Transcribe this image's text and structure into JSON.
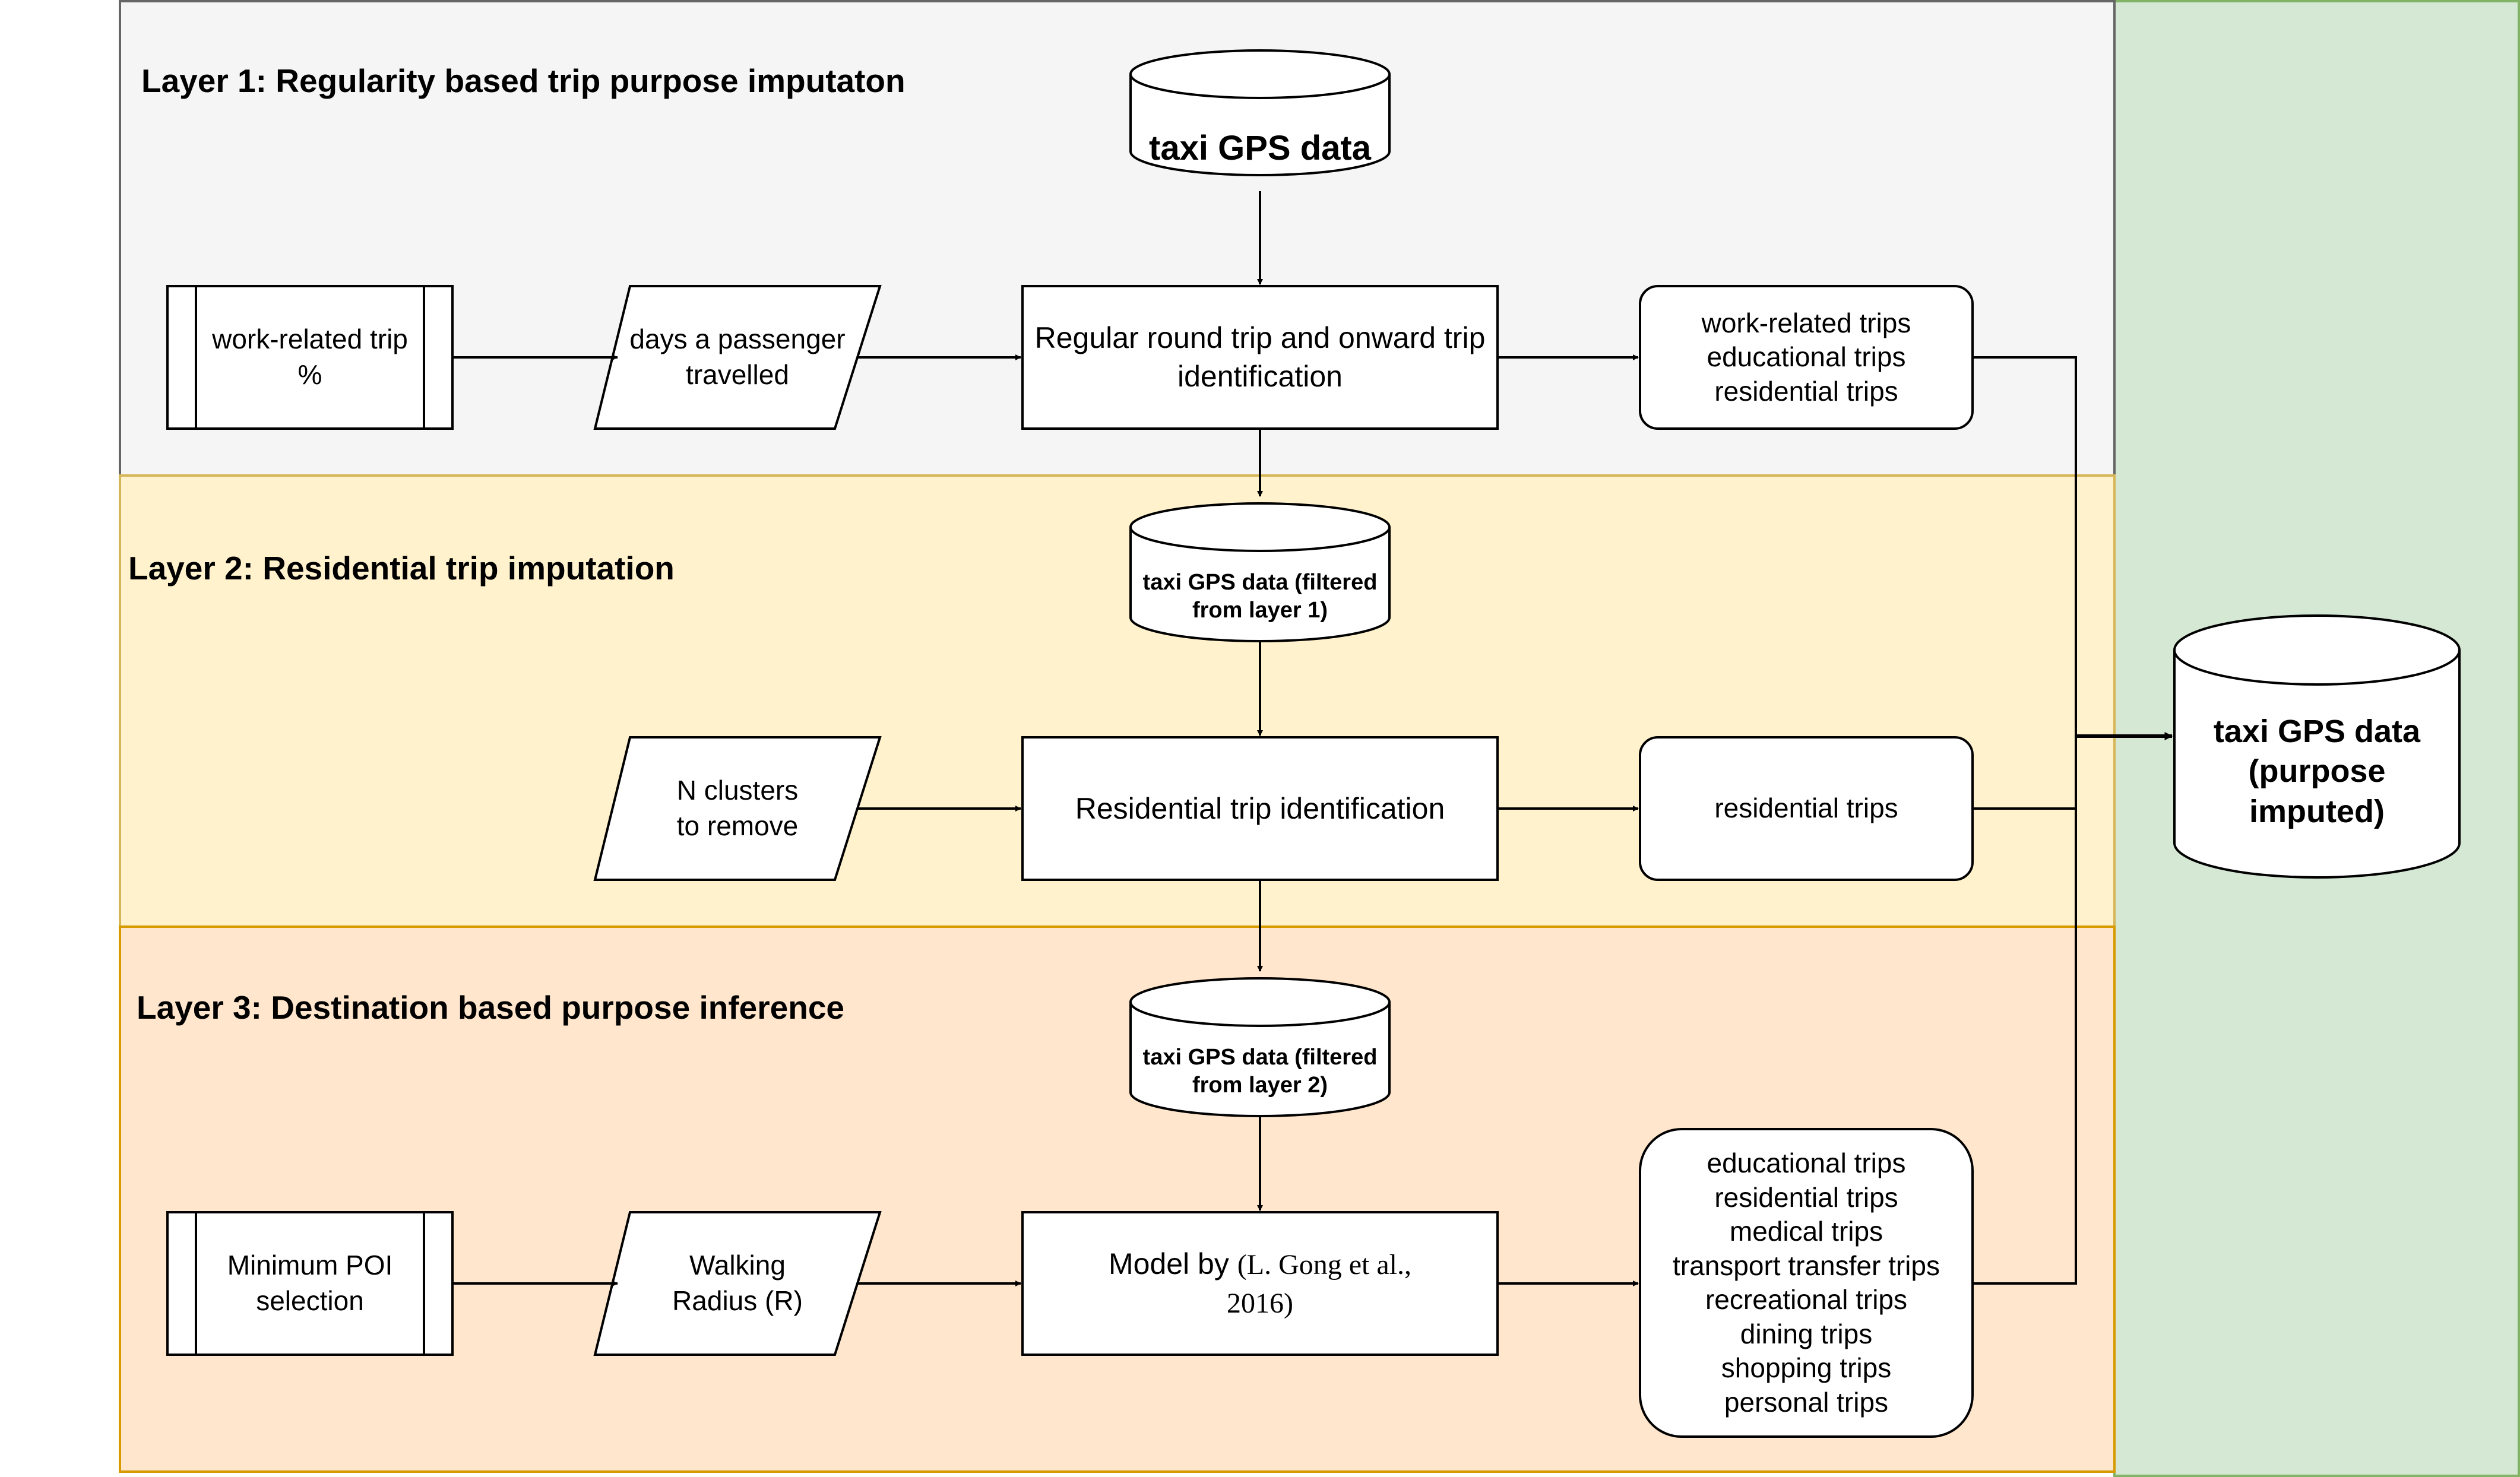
{
  "layers": [
    {
      "title": "Layer 1: Regularity based trip purpose imputaton"
    },
    {
      "title": "Layer 2: Residential trip imputation"
    },
    {
      "title": "Layer 3: Destination based purpose inference"
    }
  ],
  "colors": {
    "layer1_fill": "#f5f5f5",
    "layer1_stroke": "#666666",
    "layer2_fill": "#fff2cc",
    "layer2_stroke": "#d6b656",
    "layer3_fill": "#ffe6cc",
    "layer3_stroke": "#d79b00",
    "output_fill": "#d5e8d4",
    "output_stroke": "#82b366"
  },
  "nodes": {
    "db_taxi_gps": "taxi GPS data",
    "param_work_related_pct": "work-related trip\n%",
    "input_days_travelled": "days a passenger\ntravelled",
    "process_regular_trip": "Regular round trip and onward trip\nidentification",
    "result_layer1": "work-related trips\neducational trips\nresidential trips",
    "db_filtered_layer1": "taxi GPS data (filtered\nfrom layer 1)",
    "input_n_clusters": "N clusters\nto remove",
    "process_residential": "Residential trip identification",
    "result_layer2": "residential trips",
    "db_filtered_layer2": "taxi GPS data (filtered\nfrom layer 2)",
    "param_min_poi": "Minimum POI\nselection",
    "input_walking_radius": "Walking\nRadius (R)",
    "process_model_prefix": "Model by ",
    "process_model_citation": "(L. Gong et al.,\n2016)",
    "result_layer3": "educational trips\nresidential trips\nmedical trips\ntransport transfer trips\nrecreational trips\ndining trips\nshopping trips\npersonal trips",
    "db_output": "taxi GPS data\n(purpose\nimputed)"
  }
}
